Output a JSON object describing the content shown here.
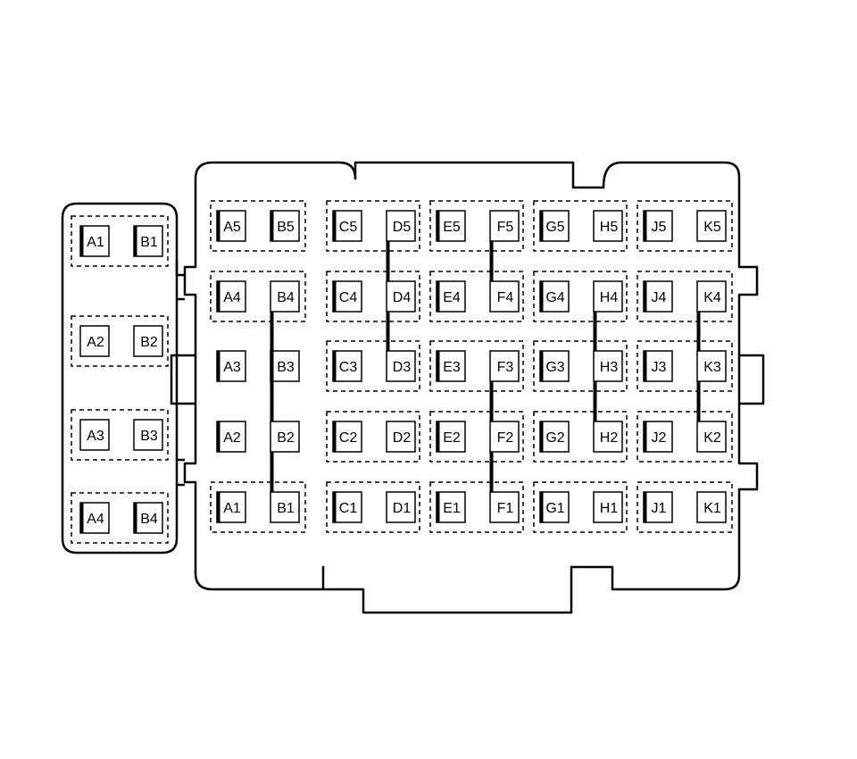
{
  "side_connector": {
    "cavities": [
      {
        "label": "A1",
        "thick": true
      },
      {
        "label": "B1",
        "thick": true
      },
      {
        "label": "A2",
        "thick": false
      },
      {
        "label": "B2",
        "thick": false
      },
      {
        "label": "A3",
        "thick": false
      },
      {
        "label": "B3",
        "thick": false
      },
      {
        "label": "A4",
        "thick": true
      },
      {
        "label": "B4",
        "thick": true
      }
    ]
  },
  "main_connector": {
    "rows": [
      [
        {
          "label": "A5",
          "thick": true
        },
        {
          "label": "B5",
          "thick": true
        },
        {
          "label": "C5",
          "thick": true
        },
        {
          "label": "D5",
          "thick": false
        },
        {
          "label": "E5",
          "thick": true
        },
        {
          "label": "F5",
          "thick": false
        },
        {
          "label": "G5",
          "thick": true
        },
        {
          "label": "H5",
          "thick": false
        },
        {
          "label": "J5",
          "thick": true
        },
        {
          "label": "K5",
          "thick": false
        }
      ],
      [
        {
          "label": "A4",
          "thick": true
        },
        {
          "label": "B4",
          "thick": false
        },
        {
          "label": "C4",
          "thick": true
        },
        {
          "label": "D4",
          "thick": false
        },
        {
          "label": "E4",
          "thick": true
        },
        {
          "label": "F4",
          "thick": false
        },
        {
          "label": "G4",
          "thick": true
        },
        {
          "label": "H4",
          "thick": false
        },
        {
          "label": "J4",
          "thick": true
        },
        {
          "label": "K4",
          "thick": false
        }
      ],
      [
        {
          "label": "A3",
          "thick": true
        },
        {
          "label": "B3",
          "thick": true
        },
        {
          "label": "C3",
          "thick": true
        },
        {
          "label": "D3",
          "thick": false
        },
        {
          "label": "E3",
          "thick": true
        },
        {
          "label": "F3",
          "thick": false
        },
        {
          "label": "G3",
          "thick": true
        },
        {
          "label": "H3",
          "thick": false
        },
        {
          "label": "J3",
          "thick": true
        },
        {
          "label": "K3",
          "thick": false
        }
      ],
      [
        {
          "label": "A2",
          "thick": true
        },
        {
          "label": "B2",
          "thick": false
        },
        {
          "label": "C2",
          "thick": true
        },
        {
          "label": "D2",
          "thick": false
        },
        {
          "label": "E2",
          "thick": true
        },
        {
          "label": "F2",
          "thick": false
        },
        {
          "label": "G2",
          "thick": true
        },
        {
          "label": "H2",
          "thick": false
        },
        {
          "label": "J2",
          "thick": true
        },
        {
          "label": "K2",
          "thick": false
        }
      ],
      [
        {
          "label": "A1",
          "thick": true
        },
        {
          "label": "B1",
          "thick": false
        },
        {
          "label": "C1",
          "thick": true
        },
        {
          "label": "D1",
          "thick": false
        },
        {
          "label": "E1",
          "thick": true
        },
        {
          "label": "F1",
          "thick": false
        },
        {
          "label": "G1",
          "thick": true
        },
        {
          "label": "H1",
          "thick": false
        },
        {
          "label": "J1",
          "thick": true
        },
        {
          "label": "K1",
          "thick": false
        }
      ]
    ]
  },
  "connector_bars": [
    {
      "name": "B-column-bar",
      "column": "B",
      "from_row": 4,
      "to_row": 1
    },
    {
      "name": "D-column-bar",
      "column": "D",
      "from_row": 5,
      "to_row": 3
    },
    {
      "name": "F-column-upper-bar",
      "column": "F",
      "from_row": 5,
      "to_row": 4
    },
    {
      "name": "F-column-lower-bar",
      "column": "F",
      "from_row": 3,
      "to_row": 1
    },
    {
      "name": "H-column-bar",
      "column": "H",
      "from_row": 4,
      "to_row": 2
    },
    {
      "name": "K-column-bar",
      "column": "K",
      "from_row": 4,
      "to_row": 2
    }
  ],
  "colors": {
    "line": "#000000",
    "background": "#ffffff"
  }
}
